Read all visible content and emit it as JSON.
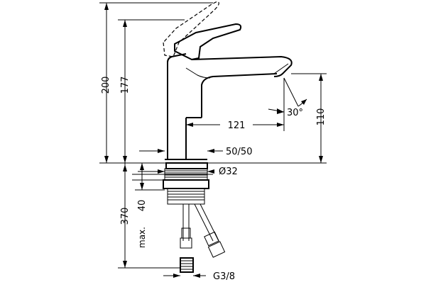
{
  "dimensions": {
    "height_total": "200",
    "height_spout": "177",
    "height_outlet": "110",
    "projection": "121",
    "angle": "30°",
    "cold_hot": "50/50",
    "hole_diameter": "Ø32",
    "max_thickness_prefix": "max.",
    "max_thickness_value": "40",
    "hose_length": "370",
    "connection_thread": "G3/8"
  }
}
